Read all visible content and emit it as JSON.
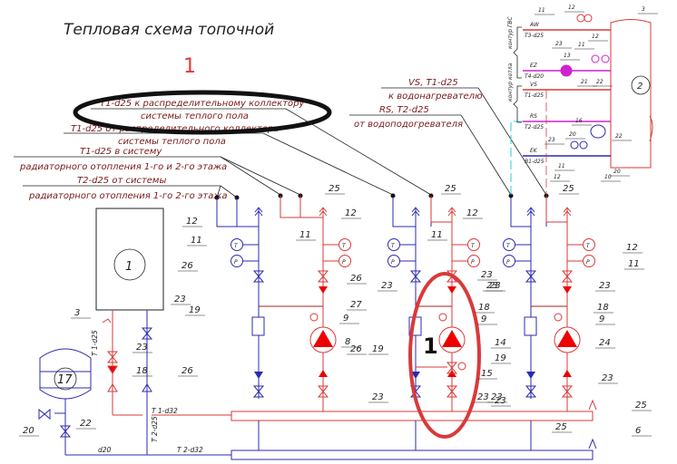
{
  "title": "Тепловая схема топочной",
  "annotation_number": "1",
  "highlight_marker": "1",
  "colors": {
    "supply": "#d93a3a",
    "return": "#2b2bb0",
    "dhw": "#d020d0",
    "recirc": "#33cccc",
    "leader": "#222222",
    "highlight": "#d83a3a",
    "text": "#7a1a1a"
  },
  "callouts": {
    "l1a": "T1-d25 к распределительному коллектору",
    "l1b": "системы теплого пола",
    "l2a": "T1-d25 от распределительного коллектора",
    "l2b": "системы теплого пола",
    "l3a": "T1-d25 в систему",
    "l3b": "радиаторного отопления 1-го и 2-го этажа",
    "l4a": "T2-d25 от системы",
    "l4b": "радиаторного отопления 1-го 2-го этажа",
    "vs_a": "VS, T1-d25",
    "vs_b": "к водонагревателю",
    "rs_a": "RS, T2-d25",
    "rs_b": "от водоподогревателя"
  },
  "boiler_panel": {
    "groups": [
      "контур ГВС",
      "контур котла"
    ],
    "lines": [
      {
        "code": "AW",
        "pipe": "T3-d25"
      },
      {
        "code": "EZ",
        "pipe": "T4-d20"
      },
      {
        "code": "VS",
        "pipe": "T1-d25"
      },
      {
        "code": "RS",
        "pipe": "T2-d25"
      },
      {
        "code": "EK",
        "pipe": "B1-d25"
      }
    ],
    "tank_id": "2"
  },
  "equipment": {
    "boiler_id": "1",
    "expansion_tank_id": "17"
  },
  "pipes": {
    "t1_d25": "T 1-d25",
    "t2_d25": "T 2-d25",
    "t1_d32": "T 1-d32",
    "t2_d32": "T 2-d32",
    "d20": "d20"
  },
  "gauges": {
    "temp": "T",
    "pressure": "P"
  },
  "positions": {
    "p3": "3",
    "p11": "11",
    "p12": "12",
    "p13": "13",
    "p16": "16",
    "p20": "20",
    "p21": "21",
    "p22": "22",
    "p23": "23",
    "p10": "10",
    "p8": "8",
    "p9": "9",
    "p14": "14",
    "p15": "15",
    "p18": "18",
    "p19": "19",
    "p24": "24",
    "p25": "25",
    "p26": "26",
    "p27": "27",
    "p6": "6",
    "p17": "17"
  }
}
